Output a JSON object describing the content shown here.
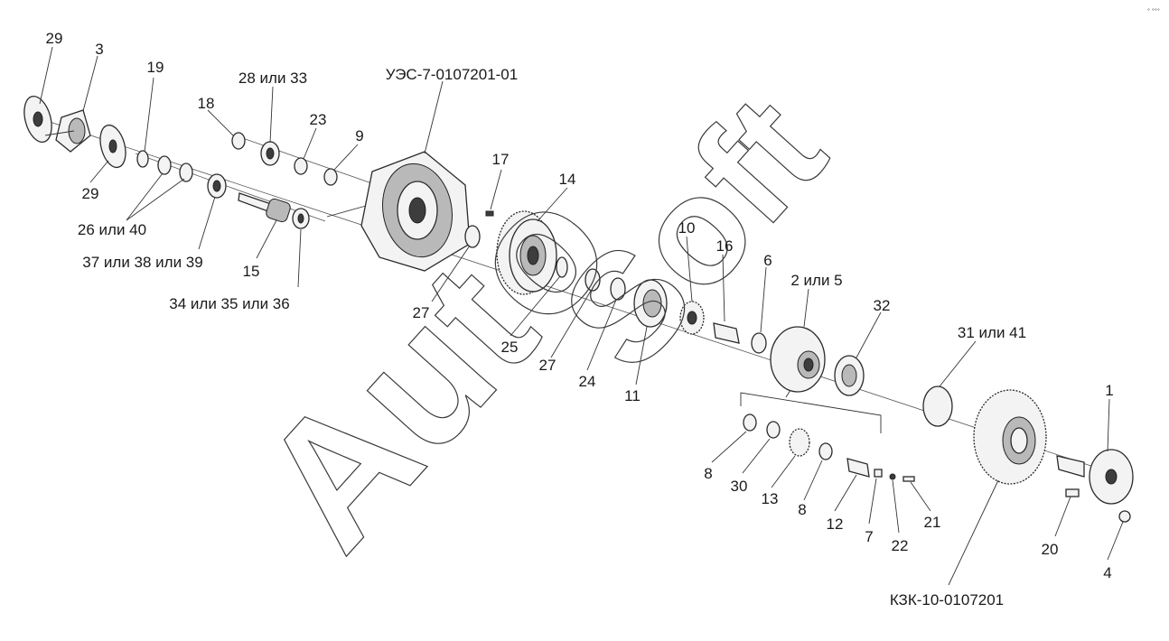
{
  "assembly_labels": {
    "housing": "УЭС-7-0107201-01",
    "cover": "КЗК-10-0107201"
  },
  "callouts": [
    {
      "id": "c29a",
      "text": "29"
    },
    {
      "id": "c3",
      "text": "3"
    },
    {
      "id": "c19",
      "text": "19"
    },
    {
      "id": "c18",
      "text": "18"
    },
    {
      "id": "c28",
      "text": "28 или 33"
    },
    {
      "id": "c23",
      "text": "23"
    },
    {
      "id": "c9",
      "text": "9"
    },
    {
      "id": "c29b",
      "text": "29"
    },
    {
      "id": "c26",
      "text": "26 или 40"
    },
    {
      "id": "c37",
      "text": "37 или 38 или 39"
    },
    {
      "id": "c15",
      "text": "15"
    },
    {
      "id": "c34",
      "text": "34 или 35 или 36"
    },
    {
      "id": "c17",
      "text": "17"
    },
    {
      "id": "c14",
      "text": "14"
    },
    {
      "id": "c27a",
      "text": "27"
    },
    {
      "id": "c10",
      "text": "10"
    },
    {
      "id": "c16",
      "text": "16"
    },
    {
      "id": "c6",
      "text": "6"
    },
    {
      "id": "c2",
      "text": "2 или 5"
    },
    {
      "id": "c32",
      "text": "32"
    },
    {
      "id": "c31",
      "text": "31 или 41"
    },
    {
      "id": "c25",
      "text": "25"
    },
    {
      "id": "c27b",
      "text": "27"
    },
    {
      "id": "c24",
      "text": "24"
    },
    {
      "id": "c11",
      "text": "11"
    },
    {
      "id": "c1",
      "text": "1"
    },
    {
      "id": "c8a",
      "text": "8"
    },
    {
      "id": "c30",
      "text": "30"
    },
    {
      "id": "c13",
      "text": "13"
    },
    {
      "id": "c8b",
      "text": "8"
    },
    {
      "id": "c12",
      "text": "12"
    },
    {
      "id": "c7",
      "text": "7"
    },
    {
      "id": "c22",
      "text": "22"
    },
    {
      "id": "c21",
      "text": "21"
    },
    {
      "id": "c20",
      "text": "20"
    },
    {
      "id": "c4",
      "text": "4"
    }
  ],
  "watermark": {
    "brand_main": "Auto",
    "brand_tail": "Soft"
  },
  "corner_logo": "° °°°"
}
